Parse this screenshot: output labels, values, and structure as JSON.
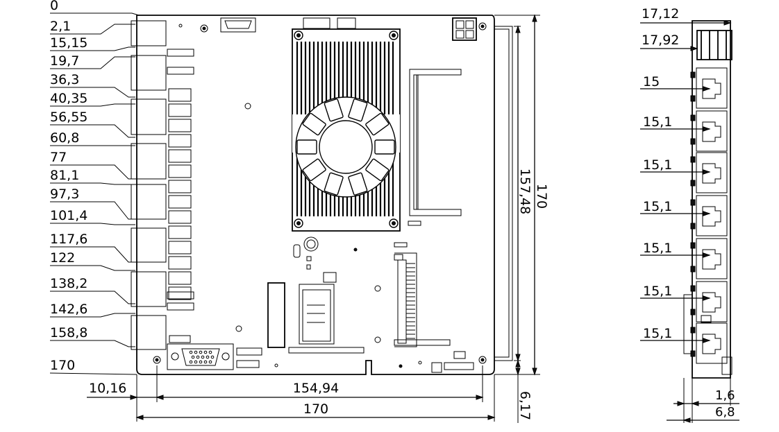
{
  "left_dims": [
    "0",
    "2,1",
    "15,15",
    "19,7",
    "36,3",
    "40,35",
    "56,55",
    "60,8",
    "77",
    "81,1",
    "97,3",
    "101,4",
    "117,6",
    "122",
    "138,2",
    "142,6",
    "158,8",
    "170"
  ],
  "bottom_dims": {
    "offset": "10,16",
    "inner": "154,94",
    "total": "170"
  },
  "vertical_dims": {
    "inner": "157,48",
    "total": "170",
    "gap": "6,17"
  },
  "side_dims": {
    "top1": "17,12",
    "top2": "17,92",
    "first_port": "15",
    "ports": [
      "15,1",
      "15,1",
      "15,1",
      "15,1",
      "15,1",
      "15,1"
    ],
    "bottom1": "1,6",
    "bottom2": "6,8"
  }
}
